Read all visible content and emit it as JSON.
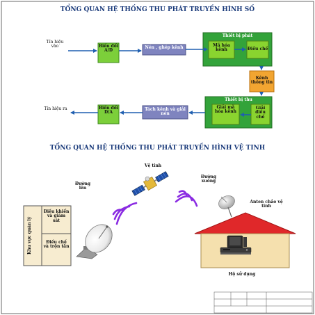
{
  "title_digital": "TỔNG QUAN HỆ THỐNG THU PHÁT TRUYỀN HÌNH SỐ",
  "title_satellite": "TỔNG QUAN HỆ THỐNG THU PHÁT TRUYỀN HÌNH VỆ TINH",
  "digital": {
    "input_label": "Tín hiệu vào",
    "adc": "Biến đổi A/D",
    "compress_mux": "Nén , ghép kênh",
    "transmitter_group": "Thiết bị phát",
    "channel_coding": "Mã hóa kênh",
    "modulation": "Điều chế",
    "channel": "Kênh thông tin",
    "receiver_group": "Thiết bị thu",
    "channel_decoding": "Giải mã hóa kênh",
    "demodulation": "Giải điều chế",
    "demux_decompress": "Tách kênh và giải nén",
    "dac": "Biến đổi D/A",
    "output_label": "Tín hiệu ra"
  },
  "satellite": {
    "satellite_label": "Vệ tinh",
    "uplink_label": "Đường lên",
    "downlink_label": "Đường xuống",
    "management_area": "Khu vực quản lý",
    "control_monitor": "Điều khiển và giám sát",
    "modulate_mix": "Điều chế và trộn tần",
    "dish_antenna": "Anten chảo vệ tinh",
    "user_home": "Hộ sử dụng"
  },
  "colors": {
    "title": "#1a3a7a",
    "signal_arrow": "#1f5fb0",
    "converter_box": "#7ccf3a",
    "process_box": "#7f84bf",
    "device_group": "#33a33a",
    "inner_box": "#8ad42f",
    "channel_box": "#f2a531",
    "house_roof": "#e0282a",
    "house_wall": "#f5e0ae",
    "wave": "#8a2be2"
  }
}
